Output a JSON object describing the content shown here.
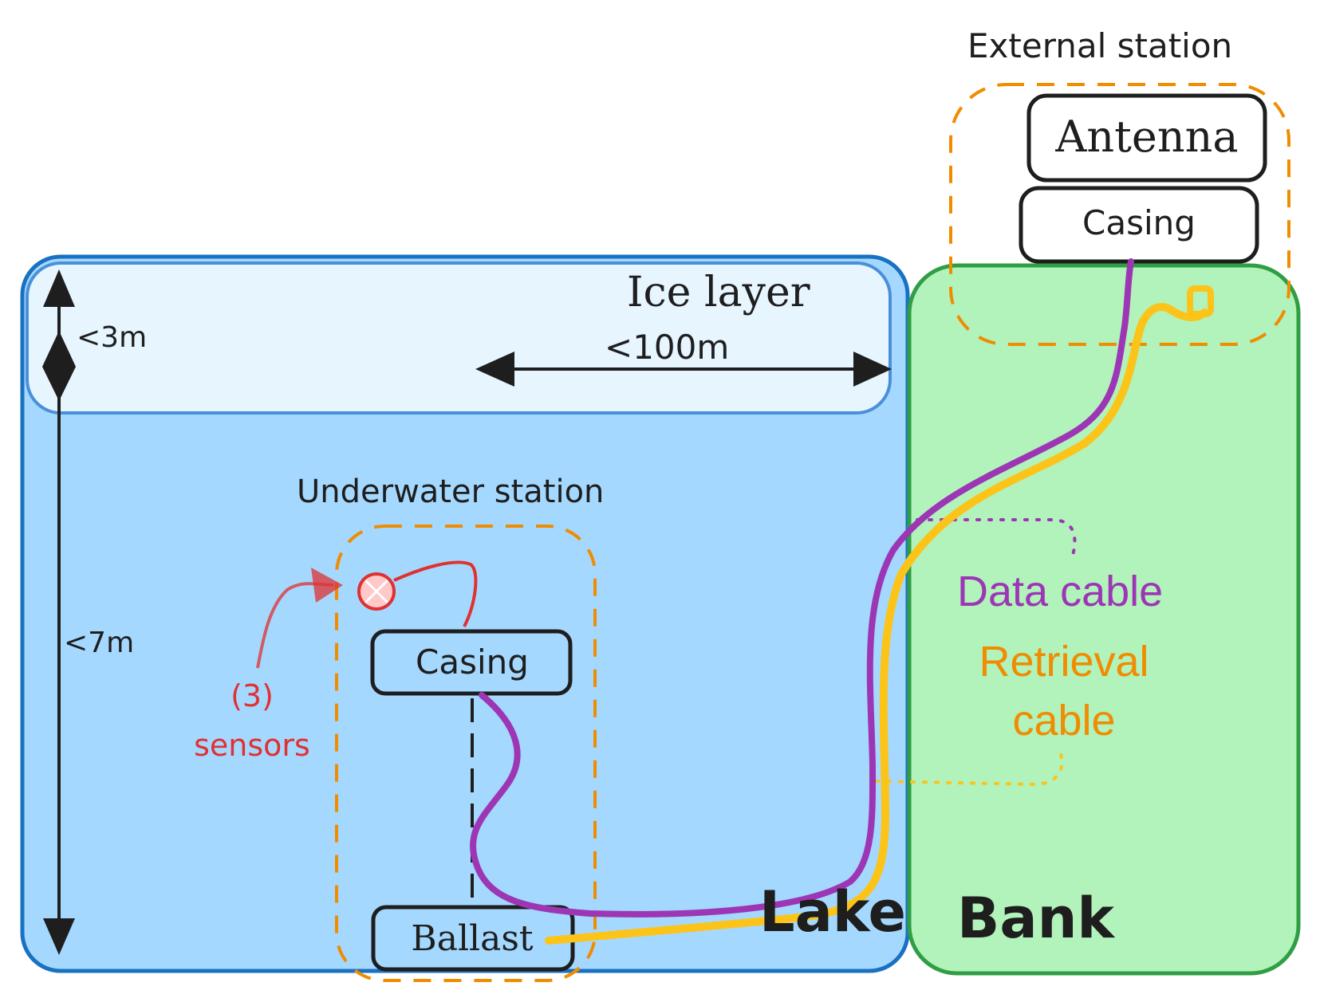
{
  "labels": {
    "external_station": "External station",
    "antenna": "Antenna",
    "casing_top": "Casing",
    "ice_layer": "Ice layer",
    "dist_100m": "<100m",
    "depth_3m": "<3m",
    "depth_7m": "<7m",
    "underwater_station": "Underwater station",
    "casing_bottom": "Casing",
    "ballast": "Ballast",
    "sensors_count": "(3)",
    "sensors": "sensors",
    "lake": "Lake",
    "bank": "Bank",
    "data_cable": "Data cable",
    "retrieval_cable_1": "Retrieval",
    "retrieval_cable_2": "cable"
  },
  "colors": {
    "lake_fill": "#a5d8ff",
    "lake_stroke": "#1971c2",
    "ice_fill": "#e7f5ff",
    "ice_stroke": "#4a90d9",
    "bank_fill": "#b2f2bb",
    "bank_stroke": "#2f9e44",
    "station_dash": "#f08c00",
    "data_cable": "#9c36b5",
    "retrieval_cable": "#fcc419",
    "sensor": "#e03131",
    "ink": "#1e1e1e"
  }
}
